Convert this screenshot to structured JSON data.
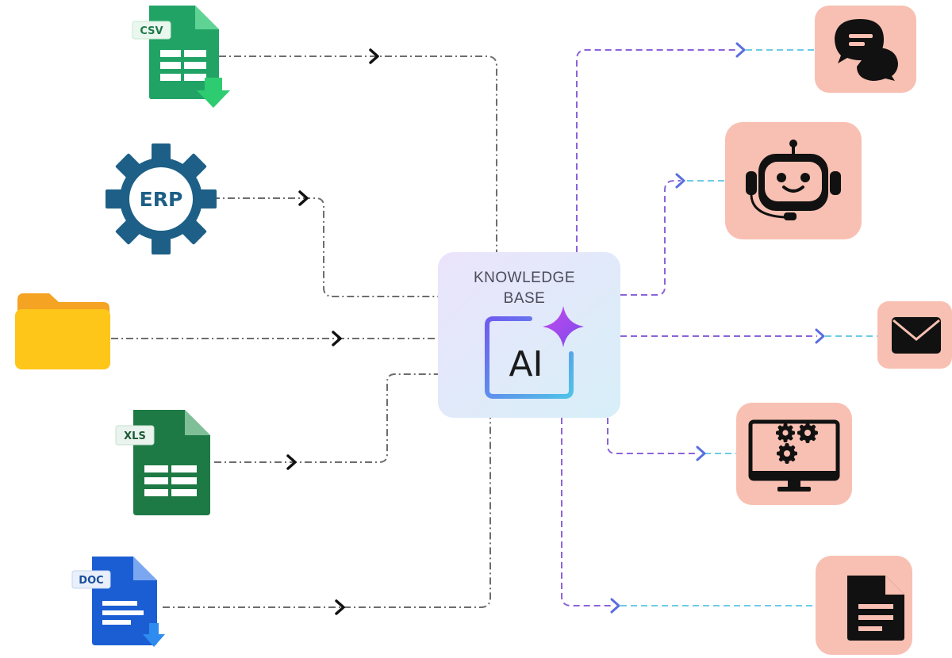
{
  "center": {
    "title_line1": "KNOWLEDGE",
    "title_line2": "BASE",
    "logo_text": "AI"
  },
  "sources": [
    {
      "name": "csv",
      "badge": "CSV",
      "icon": "csv-file-icon"
    },
    {
      "name": "erp",
      "badge": "ERP",
      "icon": "erp-gear-icon"
    },
    {
      "name": "folder",
      "badge": "",
      "icon": "folder-icon"
    },
    {
      "name": "xls",
      "badge": "XLS",
      "icon": "xls-file-icon"
    },
    {
      "name": "doc",
      "badge": "DOC",
      "icon": "doc-file-icon"
    }
  ],
  "outputs": [
    {
      "name": "chat",
      "icon": "chat-bubbles-icon"
    },
    {
      "name": "chatbot",
      "icon": "robot-headset-icon"
    },
    {
      "name": "email",
      "icon": "envelope-icon"
    },
    {
      "name": "automation",
      "icon": "monitor-gears-icon"
    },
    {
      "name": "document",
      "icon": "document-icon"
    }
  ],
  "colors": {
    "output_tile": "#f8c0b2",
    "center_gradient_start": "#e9e3fb",
    "center_gradient_end": "#d8eef8",
    "csv_green": "#21a366",
    "xls_green": "#1e7a45",
    "erp_blue": "#1d5f86",
    "folder_yellow": "#ffc61a",
    "doc_blue": "#1b5ed4"
  }
}
